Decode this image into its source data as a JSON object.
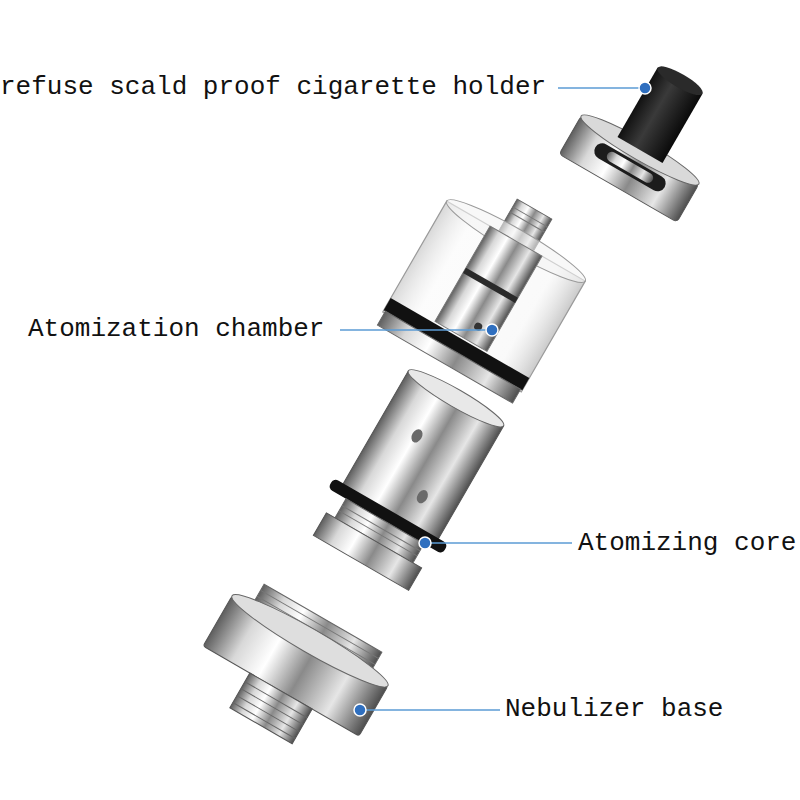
{
  "diagram": {
    "labels": [
      "refuse scald proof cigarette holder",
      "Atomization chamber",
      "Atomizing core",
      "Nebulizer base"
    ]
  }
}
